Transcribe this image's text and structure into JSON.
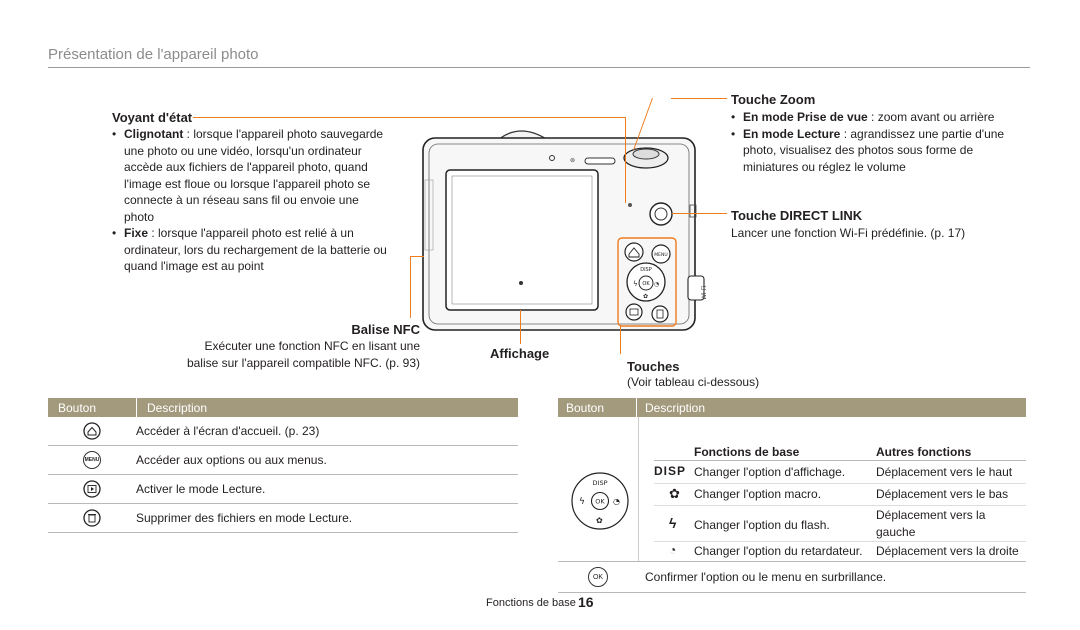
{
  "header": {
    "title": "Présentation de l'appareil photo"
  },
  "callouts": {
    "voyant": {
      "title": "Voyant d'état",
      "items": [
        {
          "bold": "Clignotant",
          "text": " : lorsque l'appareil photo sauvegarde une photo ou une vidéo, lorsqu'un ordinateur accède aux fichiers de l'appareil photo, quand l'image est floue ou lorsque l'appareil photo se connecte à un réseau sans fil ou envoie une photo"
        },
        {
          "bold": "Fixe",
          "text": " : lorsque l'appareil photo est relié à un ordinateur, lors du rechargement de la batterie ou quand l'image est au point"
        }
      ]
    },
    "nfc": {
      "title": "Balise NFC",
      "text": "Exécuter une fonction NFC en lisant une balise sur l'appareil compatible NFC. (p. 93)"
    },
    "affichage": {
      "title": "Affichage"
    },
    "zoom": {
      "title": "Touche Zoom",
      "items": [
        {
          "bold": "En mode Prise de vue",
          "text": " : zoom avant ou arrière"
        },
        {
          "bold": "En mode Lecture",
          "text": " : agrandissez une partie d'une photo, visualisez des photos sous forme de miniatures ou réglez le volume"
        }
      ]
    },
    "direct": {
      "title": "Touche DIRECT LINK",
      "text": "Lancer une fonction Wi-Fi prédéfinie. (p. 17)"
    },
    "touches": {
      "title": "Touches",
      "text": "(Voir tableau ci-dessous)"
    }
  },
  "camera": {
    "menu_label": "MENU",
    "disp_label": "DISP",
    "ok_label": "OK",
    "side_label": "Wi-Fi"
  },
  "left_table": {
    "headers": [
      "Bouton",
      "Description"
    ],
    "rows": [
      {
        "icon": "home-icon",
        "desc": "Accéder à l'écran d'accueil. (p. 23)"
      },
      {
        "icon": "menu-icon",
        "icon_text": "MENU",
        "desc": "Accéder aux options ou aux menus."
      },
      {
        "icon": "playback-icon",
        "desc": "Activer le mode Lecture."
      },
      {
        "icon": "delete-icon",
        "desc": "Supprimer des fichiers en mode Lecture."
      }
    ]
  },
  "right_table": {
    "headers": [
      "Bouton",
      "Description"
    ],
    "sub_headers": [
      "Fonctions de base",
      "Autres fonctions"
    ],
    "dial": {
      "disp": "DISP",
      "ok": "OK"
    },
    "rows": [
      {
        "icon": "disp-icon",
        "icon_text": "DISP",
        "basic": "Changer l'option d'affichage.",
        "other": "Déplacement vers le haut"
      },
      {
        "icon": "macro-icon",
        "basic": "Changer l'option macro.",
        "other": "Déplacement vers le bas"
      },
      {
        "icon": "flash-icon",
        "basic": "Changer l'option du flash.",
        "other": "Déplacement vers la gauche"
      },
      {
        "icon": "timer-icon",
        "basic": "Changer l'option du retardateur.",
        "other": "Déplacement vers la droite"
      }
    ],
    "ok_row": {
      "icon_text": "OK",
      "desc": "Confirmer l'option ou le menu en surbrillance."
    }
  },
  "footer": {
    "section": "Fonctions de base",
    "page": "16"
  },
  "colors": {
    "accent": "#f07c1e",
    "table_header": "#a39a7d",
    "header_text": "#8c8c8c"
  }
}
